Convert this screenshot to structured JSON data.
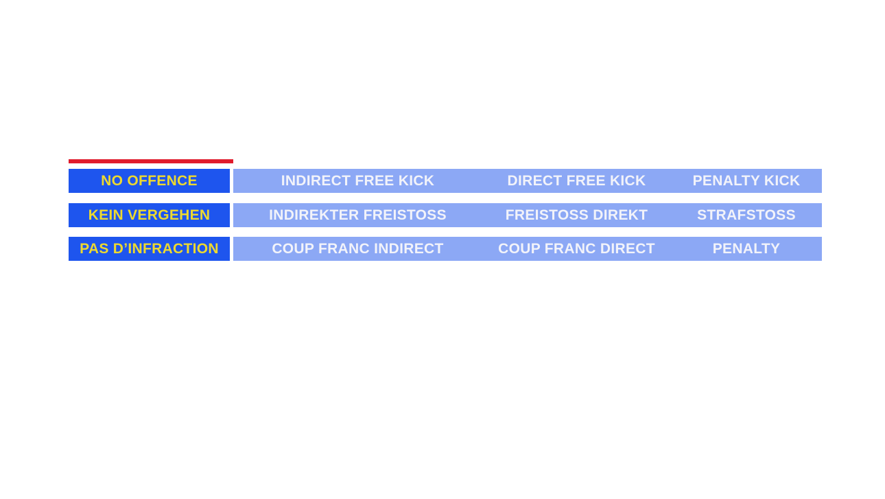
{
  "theme": {
    "accent_red": "#e01b2c",
    "label_bg": "#1e55ee",
    "label_text": "#edd92f",
    "bar_bg": "#8ca8f5",
    "bar_text": "#f2f3fa",
    "page_bg": "#ffffff"
  },
  "table": {
    "rows": [
      {
        "label": "NO OFFENCE",
        "cells": [
          "INDIRECT FREE KICK",
          "DIRECT FREE KICK",
          "PENALTY KICK"
        ]
      },
      {
        "label": "KEIN VERGEHEN",
        "cells": [
          "INDIREKTER FREISTOSS",
          "FREISTOSS DIREKT",
          "STRAFSTOSS"
        ]
      },
      {
        "label": "PAS D’INFRACTION",
        "cells": [
          "COUP FRANC INDIRECT",
          "COUP FRANC DIRECT",
          "PENALTY"
        ]
      }
    ]
  }
}
